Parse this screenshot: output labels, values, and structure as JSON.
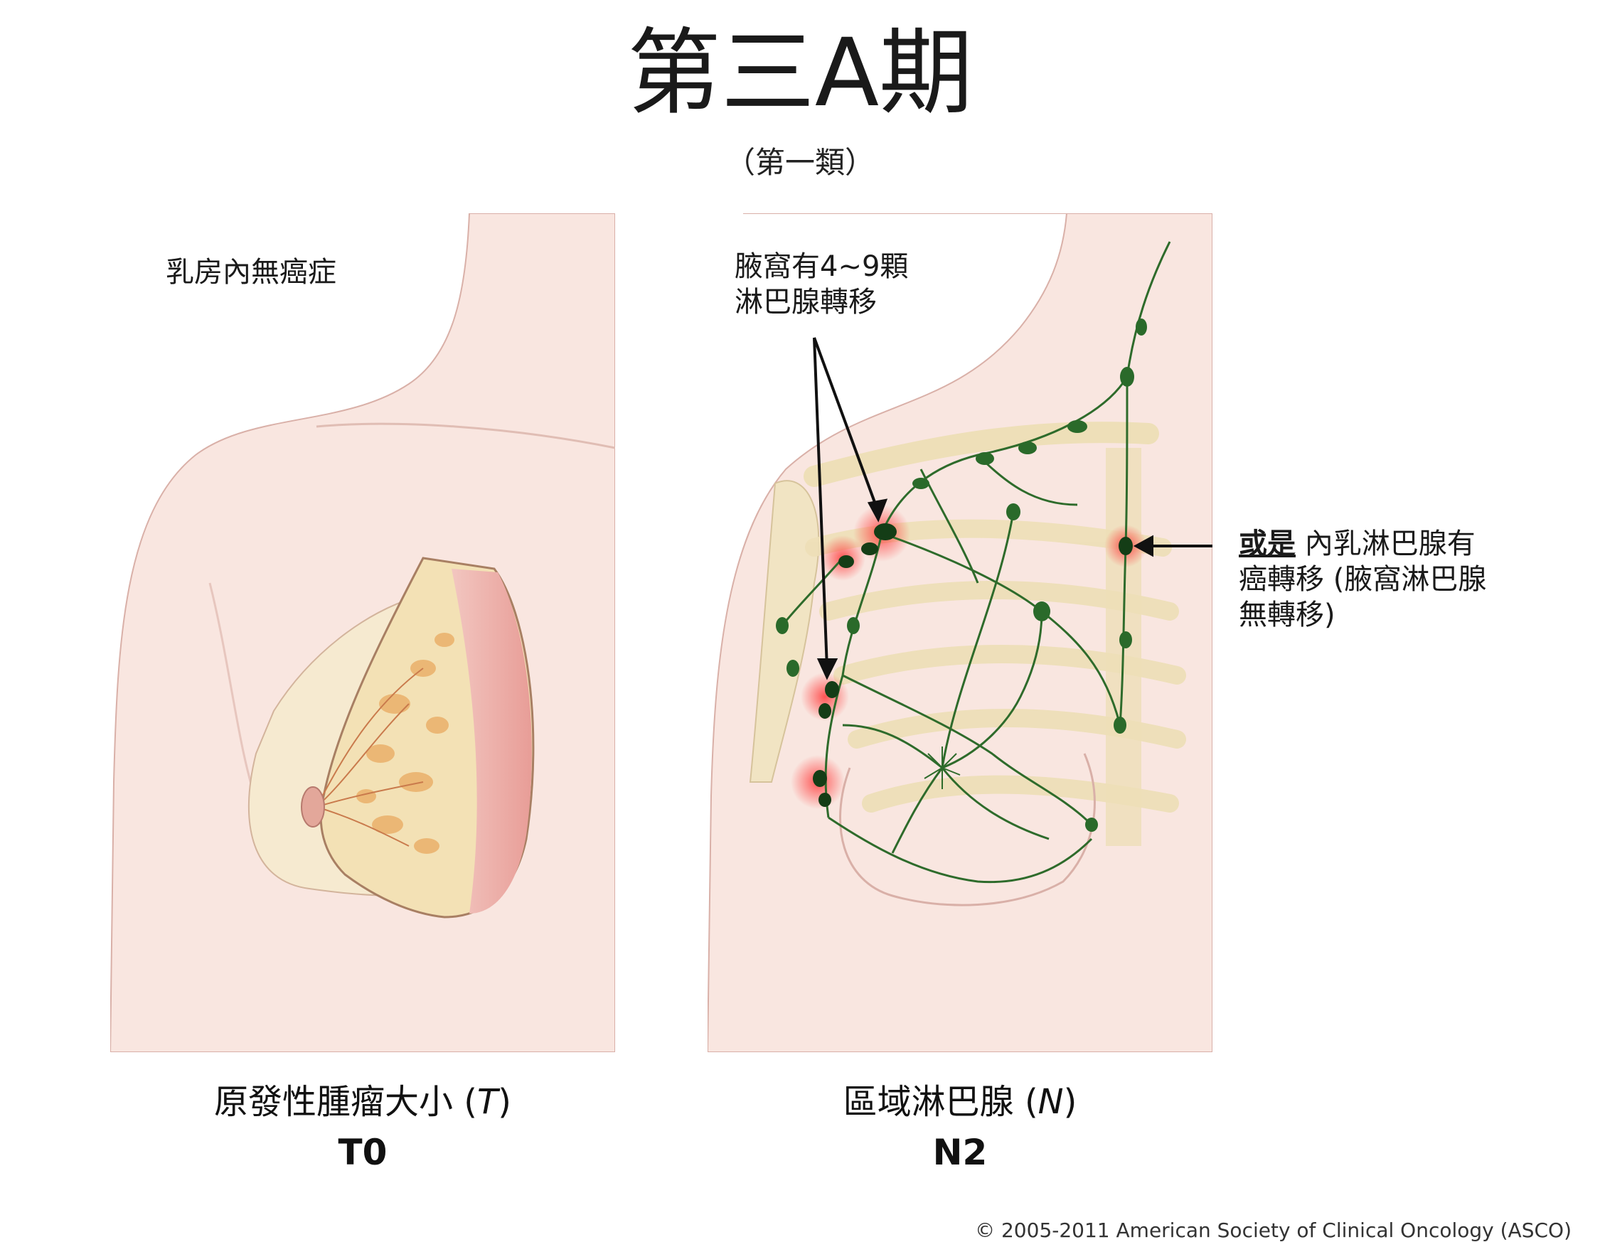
{
  "title": "第三A期",
  "subtitle": "（第一類）",
  "left_panel": {
    "note": "乳房內無癌症",
    "caption": "原發性腫瘤大小",
    "caption_var": "T",
    "code": "T0"
  },
  "right_panel": {
    "axillary_note_line1": "腋窩有4~9顆",
    "axillary_note_line2": "淋巴腺轉移",
    "internal_lead": "或是",
    "internal_line1": "內乳淋巴腺有",
    "internal_line2": "癌轉移 (腋窩淋巴腺",
    "internal_line3": "無轉移)",
    "caption": "區域淋巴腺",
    "caption_var": "N",
    "code": "N2"
  },
  "copyright": "© 2005-2011 American Society of Clinical Oncology (ASCO)",
  "colors": {
    "skin": "#f9e6e0",
    "skin_edge": "#d9b0a8",
    "lymph": "#2e6b2b",
    "node": "#1f5a22",
    "highlight": "#ff3b3b",
    "bone": "#eedfb8"
  }
}
